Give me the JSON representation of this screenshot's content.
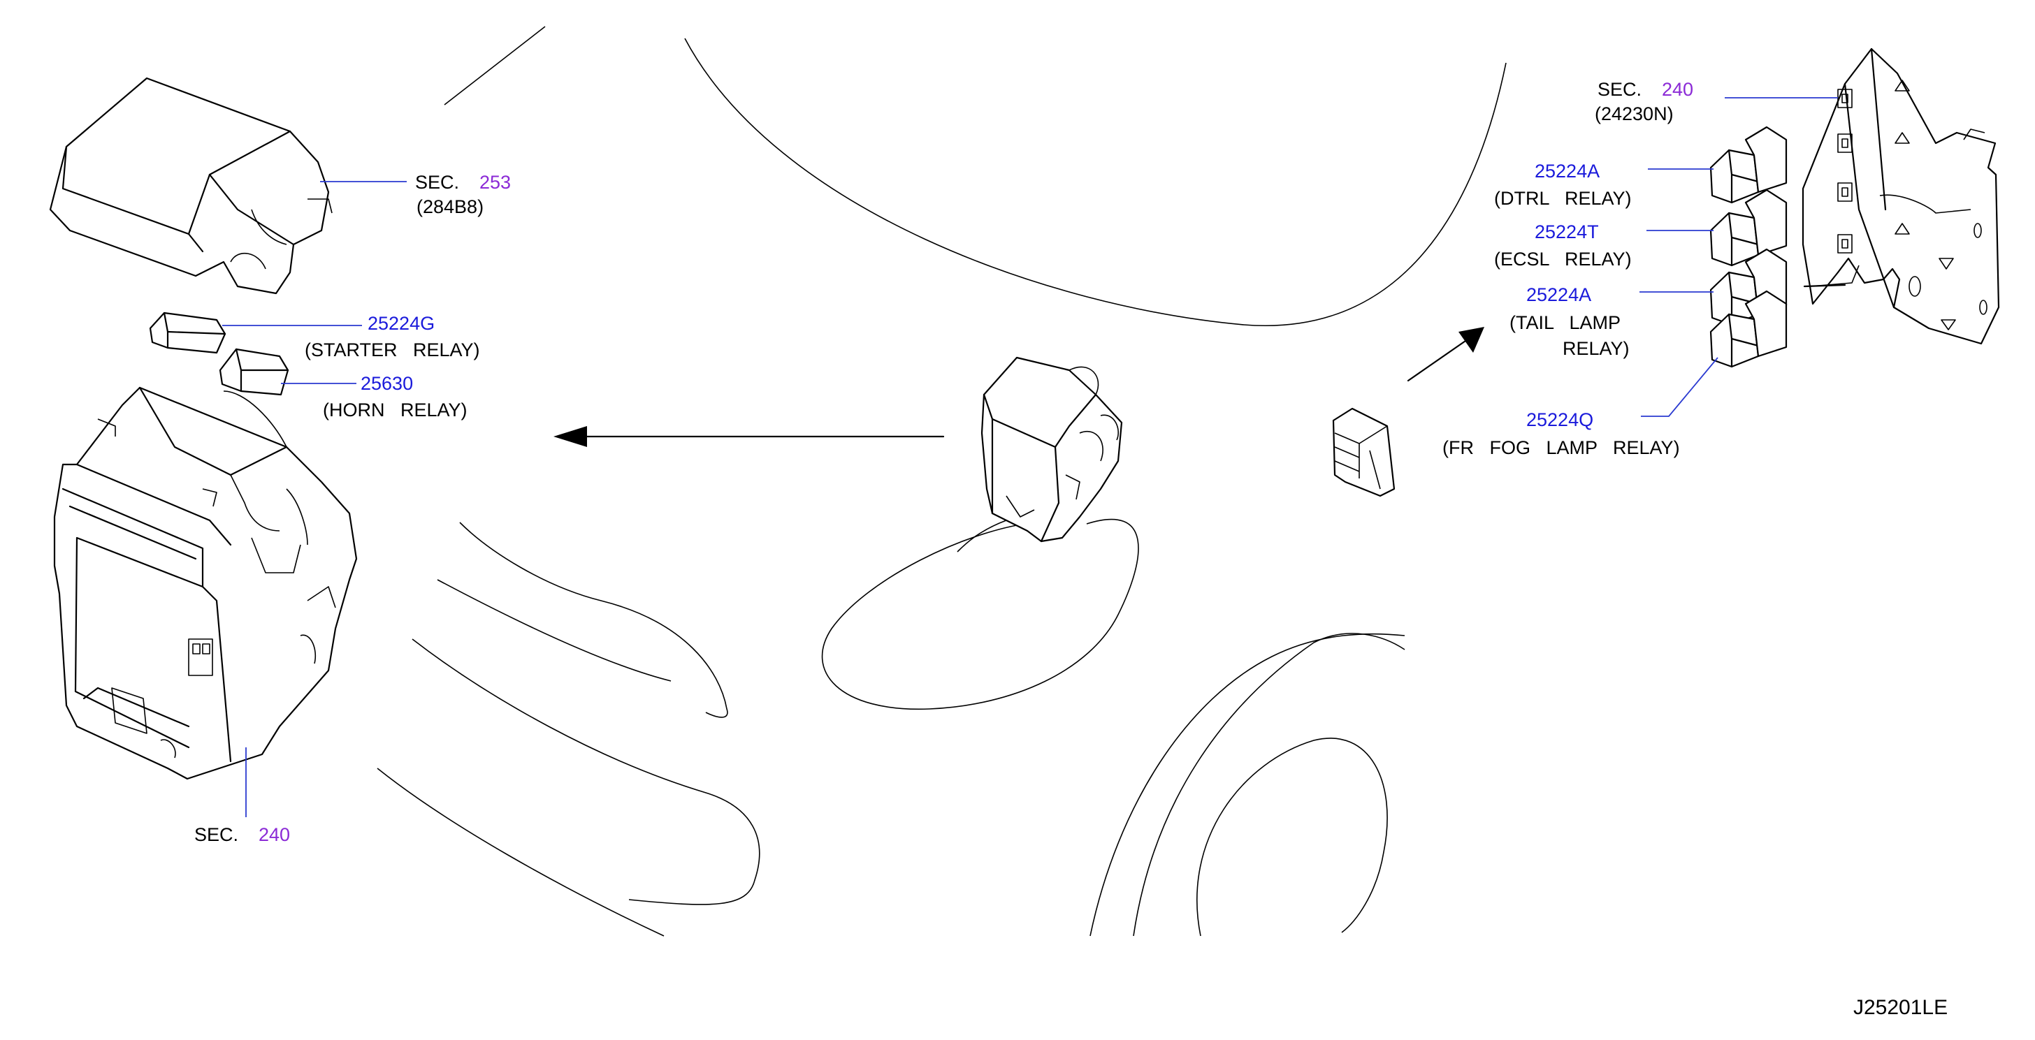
{
  "callouts": {
    "sec253": {
      "prefix": "SEC.",
      "num": "253",
      "sub": "(284B8)"
    },
    "starter": {
      "part": "25224G",
      "name": "(STARTER   RELAY)"
    },
    "horn": {
      "part": "25630",
      "name": "(HORN   RELAY)"
    },
    "sec240_left": {
      "prefix": "SEC.",
      "num": "240"
    },
    "sec240_right": {
      "prefix": "SEC.",
      "num": "240",
      "sub": "(24230N)"
    },
    "dtrl": {
      "part": "25224A",
      "name": "(DTRL   RELAY)"
    },
    "ecsl": {
      "part": "25224T",
      "name": "(ECSL   RELAY)"
    },
    "tail": {
      "part": "25224A",
      "name1": "(TAIL   LAMP",
      "name2": "RELAY)"
    },
    "fog": {
      "part": "25224Q",
      "name": "(FR   FOG   LAMP   RELAY)"
    }
  },
  "diagram_id": "J25201LE",
  "colors": {
    "part_number": "#1a1adb",
    "section_number": "#8b2ad6",
    "line": "#000000"
  }
}
